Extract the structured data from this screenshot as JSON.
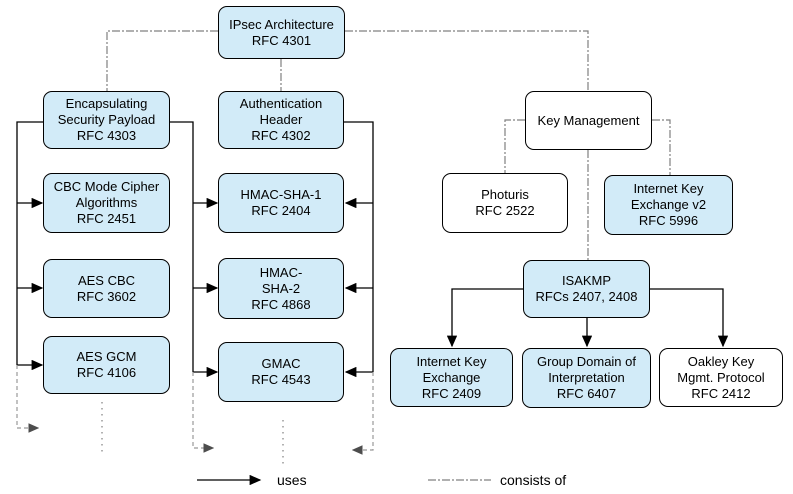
{
  "nodes": [
    {
      "id": "ipsec",
      "label": "IPsec Architecture\nRFC 4301",
      "variant": "blue"
    },
    {
      "id": "esp",
      "label": "Encapsulating\nSecurity Payload\nRFC 4303",
      "variant": "blue"
    },
    {
      "id": "ah",
      "label": "Authentication\nHeader\nRFC 4302",
      "variant": "blue"
    },
    {
      "id": "km",
      "label": "Key Management",
      "variant": "white"
    },
    {
      "id": "cbc",
      "label": "CBC Mode Cipher\nAlgorithms\nRFC 2451",
      "variant": "blue"
    },
    {
      "id": "hmacsha1",
      "label": "HMAC-SHA-1\nRFC 2404",
      "variant": "blue"
    },
    {
      "id": "photuris",
      "label": "Photuris\nRFC 2522",
      "variant": "white"
    },
    {
      "id": "ikev2",
      "label": "Internet Key\nExchange v2\nRFC 5996",
      "variant": "blue"
    },
    {
      "id": "aescbc",
      "label": "AES CBC\nRFC 3602",
      "variant": "blue"
    },
    {
      "id": "hmacsha2",
      "label": "HMAC-\nSHA-2\nRFC 4868",
      "variant": "blue"
    },
    {
      "id": "isakmp",
      "label": "ISAKMP\nRFCs 2407, 2408",
      "variant": "blue"
    },
    {
      "id": "aesgcm",
      "label": "AES GCM\nRFC 4106",
      "variant": "blue"
    },
    {
      "id": "gmac",
      "label": "GMAC\nRFC 4543",
      "variant": "blue"
    },
    {
      "id": "ike",
      "label": "Internet Key\nExchange\nRFC 2409",
      "variant": "blue"
    },
    {
      "id": "gdoi",
      "label": "Group Domain of\nInterpretation\nRFC 6407",
      "variant": "blue"
    },
    {
      "id": "oakley",
      "label": "Oakley Key\nMgmt. Protocol\nRFC 2412",
      "variant": "white"
    }
  ],
  "legend": {
    "uses_label": "uses",
    "consists_of_label": "consists of"
  },
  "colors": {
    "node_fill_blue": "#d2ebf8",
    "node_fill_white": "#ffffff",
    "node_border": "#000000",
    "uses_line": "#000000",
    "consists_of_line": "#808080",
    "continuation_line": "#999999",
    "continuation_arrowhead": "#4d4d4d"
  }
}
